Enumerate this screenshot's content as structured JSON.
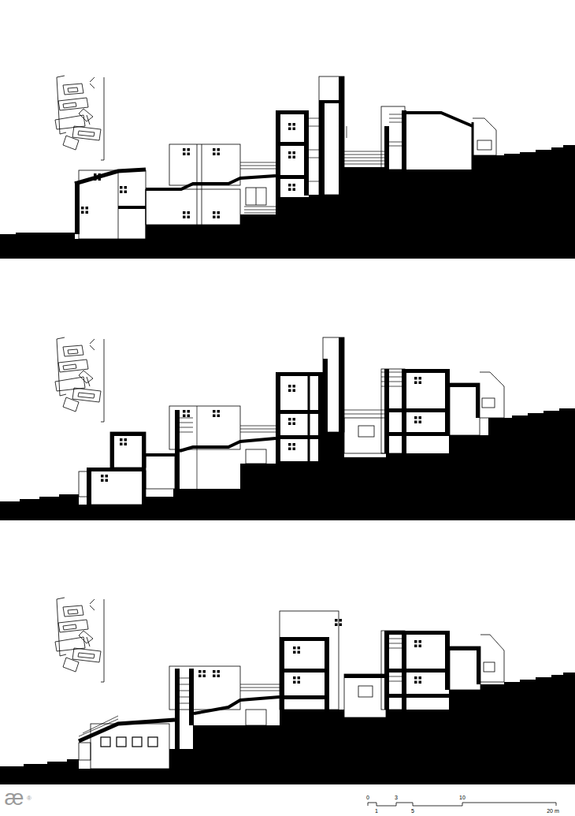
{
  "diagram": {
    "labels": [
      "0",
      "3",
      "10",
      "20 m",
      "1",
      "5",
      "æ",
      "®"
    ]
  }
}
